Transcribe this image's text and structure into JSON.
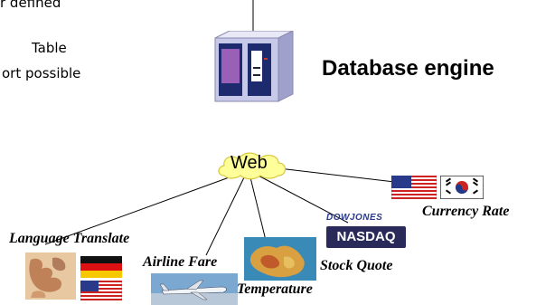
{
  "bullets": [
    "r defined",
    "Table",
    "ort possible"
  ],
  "engine_label": "Database engine",
  "web_label": "Web",
  "services": {
    "language_translate": "Language Translate",
    "airline_fare": "Airline Fare",
    "temperature": "Temperature",
    "stock_quote": "Stock Quote",
    "currency_rate": "Currency Rate"
  },
  "logos": {
    "dowjones": "DOWJONES",
    "nasdaq": "NASDAQ"
  },
  "colors": {
    "cloud": "#ffff99",
    "server_body": "#c8c8e8",
    "server_panel": "#9a60b8",
    "nasdaq_bg": "#2a2a5a"
  }
}
